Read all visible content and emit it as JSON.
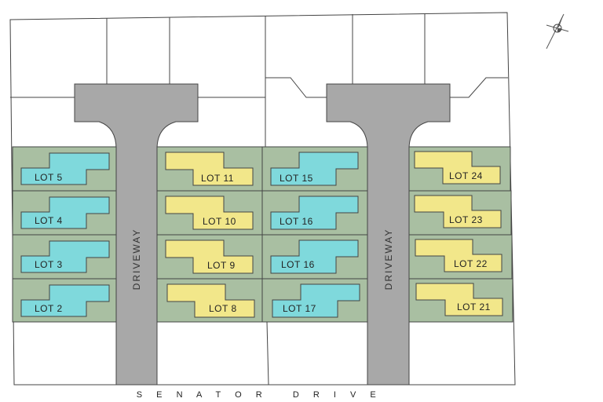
{
  "street": {
    "name": "S E N A T O R   D R I V E"
  },
  "driveways": [
    {
      "label": "DRIVEWAY"
    },
    {
      "label": "DRIVEWAY"
    }
  ],
  "lots": {
    "col1": [
      "LOT 5",
      "LOT 4",
      "LOT 3",
      "LOT 2"
    ],
    "col2": [
      "LOT 11",
      "LOT 10",
      "LOT 9",
      "LOT 8"
    ],
    "col3": [
      "LOT 15",
      "LOT 16",
      "LOT 16",
      "LOT 17"
    ],
    "col4": [
      "LOT 24",
      "LOT 23",
      "LOT 22",
      "LOT 21"
    ]
  },
  "colors": {
    "lot_green": "#a9bfa2",
    "building_cyan": "#7fd9dc",
    "building_yellow": "#f2e78a",
    "driveway_grey": "#a8a8a8",
    "outline": "#444444"
  },
  "icons": {
    "north_arrow": "compass-north-arrow-icon"
  }
}
